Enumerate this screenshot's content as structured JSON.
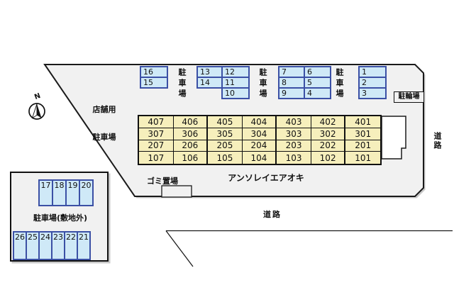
{
  "site": {
    "north_label": "N",
    "store_parking_line1": "店舗用",
    "store_parking_line2": "駐車場",
    "parking_label": "駐車場",
    "bicycle_parking_label": "駐輪場",
    "garbage_label": "ゴミ置場",
    "building_name": "アンソレイエアオキ",
    "road_right_label": "道路",
    "road_bottom_label": "道路",
    "offsite_parking_label": "駐車場(敷地外)"
  },
  "top_stalls": {
    "group1": [
      "16",
      "15"
    ],
    "group2_col1": [
      "13",
      "14"
    ],
    "group2_col2": [
      "12",
      "11",
      "10"
    ],
    "group3_col1": [
      "7",
      "8",
      "9"
    ],
    "group3_col2": [
      "6",
      "5",
      "4"
    ],
    "group4": [
      "1",
      "2",
      "3"
    ]
  },
  "building_rooms": {
    "rows": [
      [
        "407",
        "406",
        "405",
        "404",
        "403",
        "402",
        "401"
      ],
      [
        "307",
        "306",
        "305",
        "304",
        "303",
        "302",
        "301"
      ],
      [
        "207",
        "206",
        "205",
        "204",
        "203",
        "202",
        "201"
      ],
      [
        "107",
        "106",
        "105",
        "104",
        "103",
        "102",
        "101"
      ]
    ]
  },
  "offsite_stalls": {
    "top_row": [
      "17",
      "18",
      "19",
      "20"
    ],
    "bottom_row": [
      "26",
      "25",
      "24",
      "23",
      "22",
      "21"
    ]
  },
  "colors": {
    "parcel_fill": "#f1f1f1",
    "stall_fill": "#cfe9f7",
    "stall_border": "#3b50a5",
    "room_fill": "#f6efbc",
    "outline": "#1a1a1a",
    "shadow": "#c8c8c8"
  }
}
